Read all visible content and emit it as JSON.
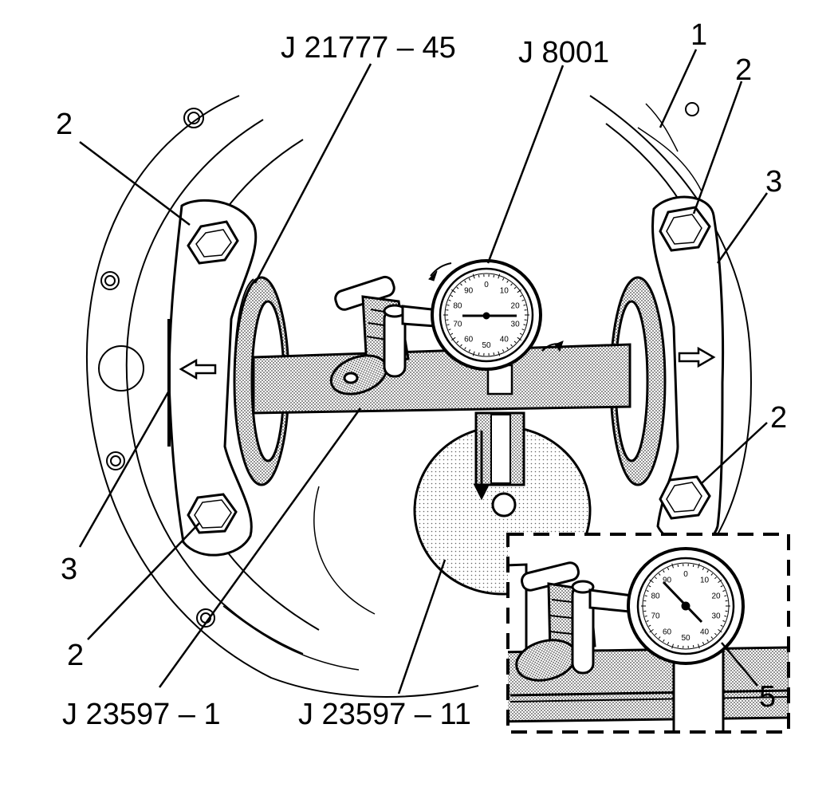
{
  "callouts": {
    "tool_j21777_45": "J 21777 – 45",
    "tool_j8001": "J 8001",
    "tool_j23597_1": "J 23597 – 1",
    "tool_j23597_11": "J 23597 – 11",
    "ref_1": "1",
    "ref_2_top_left": "2",
    "ref_2_top_right": "2",
    "ref_2_mid_right": "2",
    "ref_2_bottom_left": "2",
    "ref_3_left": "3",
    "ref_3_right": "3",
    "ref_5": "5"
  },
  "dial_main_numbers": [
    "0",
    "10",
    "20",
    "30",
    "40",
    "50",
    "60",
    "70",
    "80",
    "90"
  ],
  "dial_inset_numbers": [
    "0",
    "10",
    "20",
    "30",
    "40",
    "50",
    "60",
    "70",
    "80",
    "90"
  ],
  "colors": {
    "line": "#000000",
    "background": "#ffffff",
    "stipple": "#bdbdbd"
  }
}
